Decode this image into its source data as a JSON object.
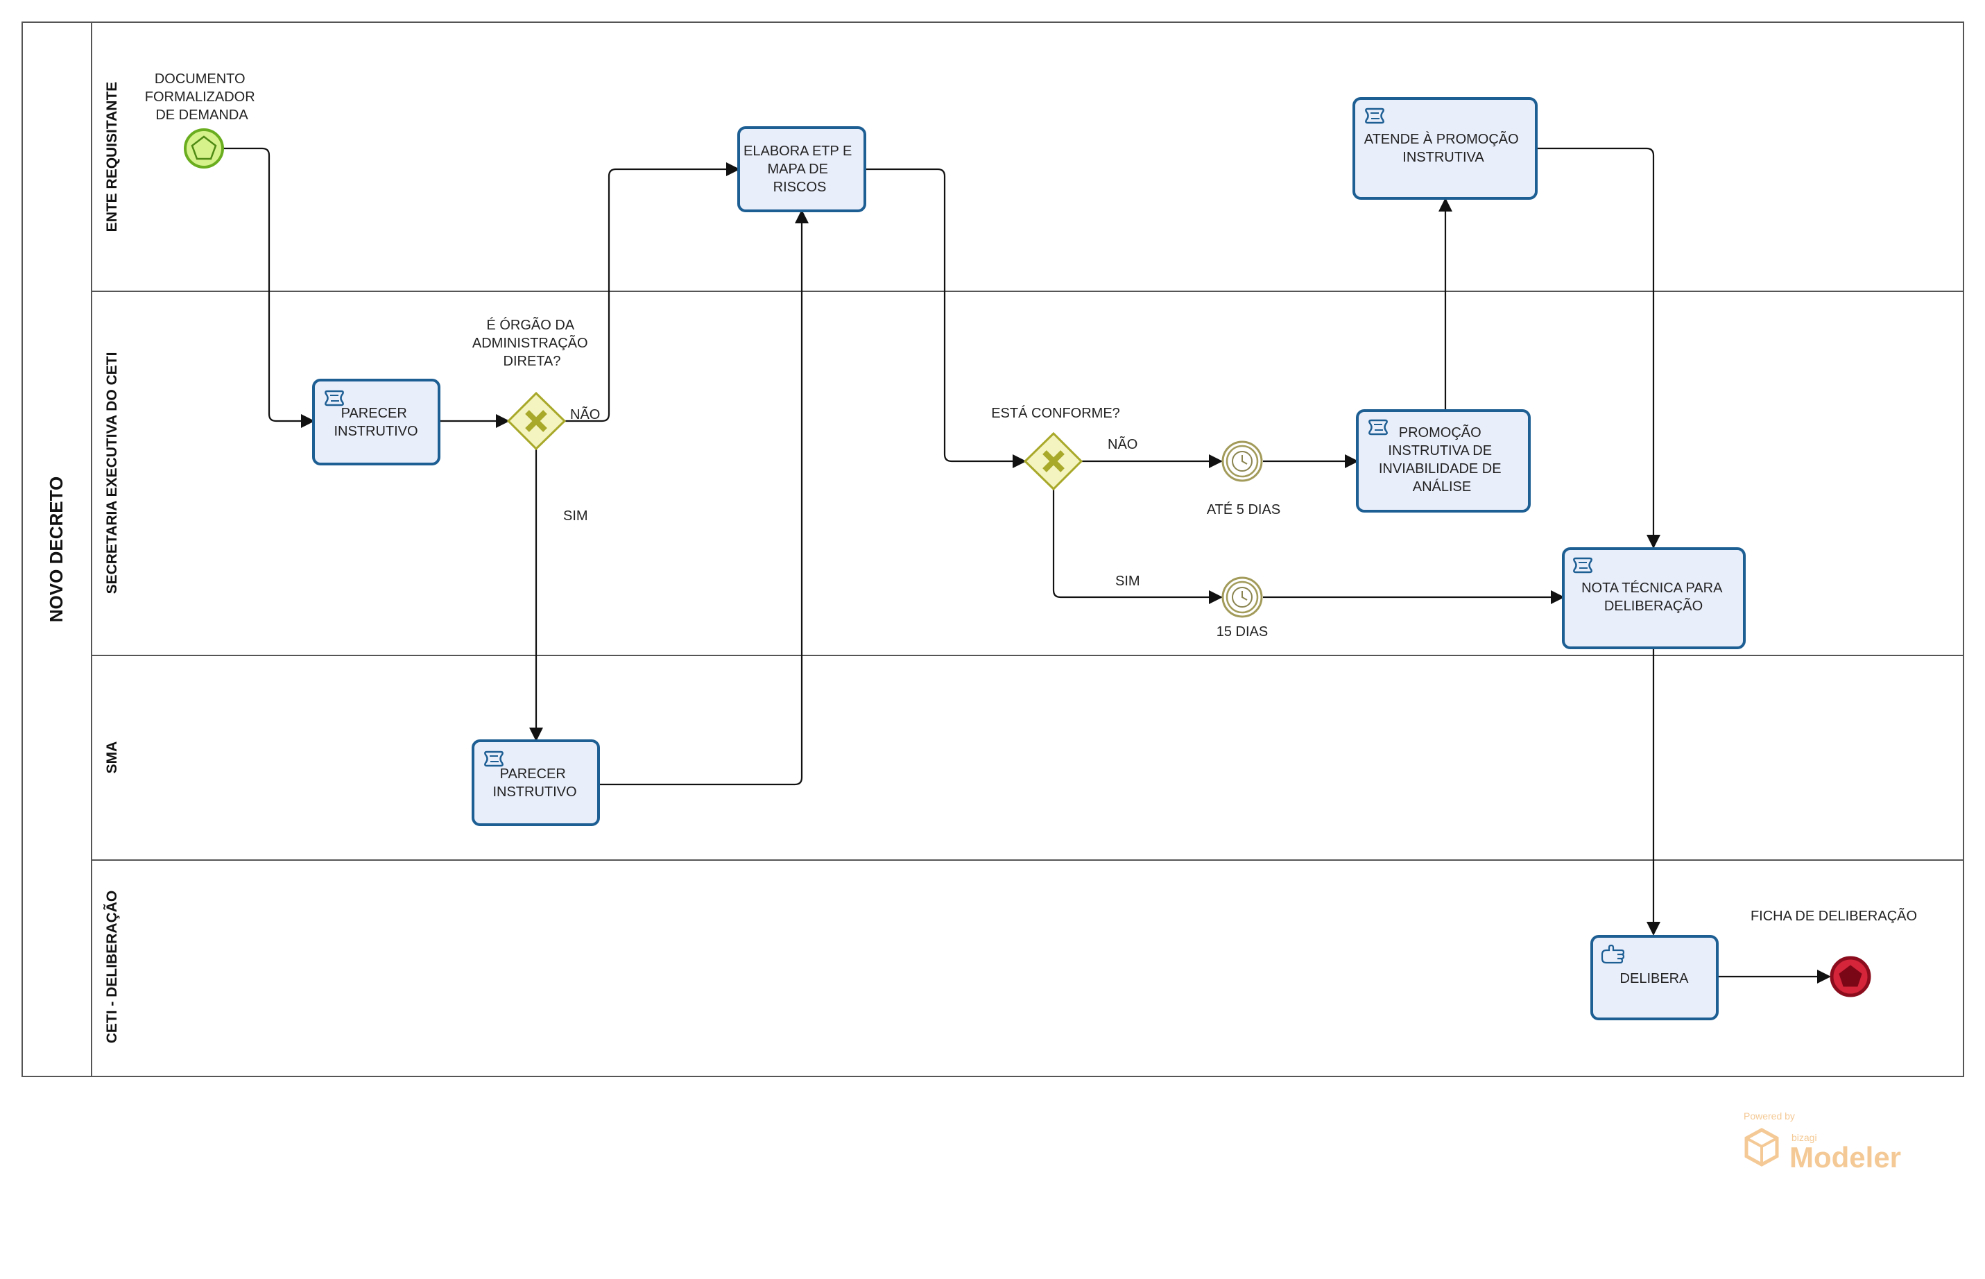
{
  "pool": {
    "title": "NOVO DECRETO"
  },
  "lanes": [
    {
      "id": "ente",
      "label": "ENTE REQUISITANTE"
    },
    {
      "id": "secretaria",
      "label": "SECRETARIA EXECUTIVA DO CETI"
    },
    {
      "id": "sma",
      "label": "SMA"
    },
    {
      "id": "ceti",
      "label": "CETI - DELIBERAÇÃO"
    }
  ],
  "start_event": {
    "label_lines": [
      "DOCUMENTO",
      "FORMALIZADOR",
      "DE DEMANDA"
    ]
  },
  "tasks": {
    "parecer_secretaria": {
      "label_lines": [
        "PARECER",
        "INSTRUTIVO"
      ],
      "icon": "script-icon"
    },
    "elabora_etp": {
      "label_lines": [
        "ELABORA ETP E",
        "MAPA DE",
        "RISCOS"
      ],
      "icon": ""
    },
    "parecer_sma": {
      "label_lines": [
        "PARECER",
        "INSTRUTIVO"
      ],
      "icon": "script-icon"
    },
    "atende_promocao": {
      "label_lines": [
        "ATENDE À PROMOÇÃO",
        "INSTRUTIVA"
      ],
      "icon": "script-icon"
    },
    "promocao_instrutiva": {
      "label_lines": [
        "PROMOÇÃO",
        "INSTRUTIVA DE",
        "INVIABILIDADE DE",
        "ANÁLISE"
      ],
      "icon": "script-icon"
    },
    "nota_tecnica": {
      "label_lines": [
        "NOTA TÉCNICA PARA",
        "DELIBERAÇÃO"
      ],
      "icon": "script-icon"
    },
    "delibera": {
      "label_lines": [
        "DELIBERA"
      ],
      "icon": "hand-icon"
    }
  },
  "gateways": {
    "orgao_adm": {
      "label_lines": [
        "É ÓRGÃO DA",
        "ADMINISTRAÇÃO",
        "DIRETA?"
      ]
    },
    "esta_conforme": {
      "label_lines": [
        "ESTÁ CONFORME?"
      ]
    }
  },
  "timers": {
    "ate5": {
      "label": "ATÉ 5 DIAS"
    },
    "dias15": {
      "label": "15 DIAS"
    }
  },
  "flow_labels": {
    "nao1": "NÃO",
    "sim1": "SIM",
    "nao2": "NÃO",
    "sim2": "SIM"
  },
  "end_event": {
    "label": "FICHA DE DELIBERAÇÃO"
  },
  "watermark": {
    "powered": "Powered by",
    "brand": "bizagi",
    "product": "Modeler"
  },
  "colors": {
    "task_fill": "#e9eefb",
    "task_stroke": "#1d5e93",
    "gateway_fill": "#f4f4c0",
    "gateway_stroke": "#a8a82a",
    "start_fill": "#d6f28a",
    "start_stroke": "#6aae1f",
    "end_fill": "#c8102e",
    "timer_stroke": "#a29b5a"
  }
}
